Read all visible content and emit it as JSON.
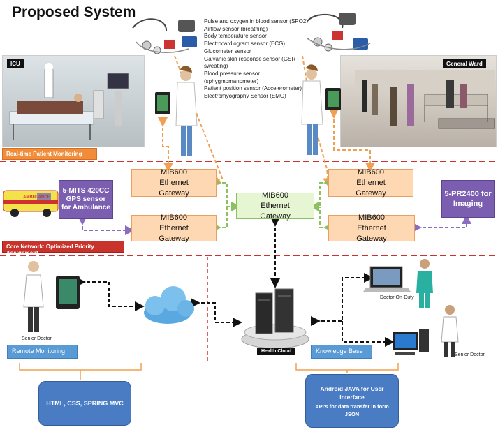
{
  "title": "Proposed System",
  "sensors": [
    "Pulse and oxygen in blood sensor (SPO2)",
    "Airflow sensor (breathing)",
    "Body temperature sensor",
    "Electrocardiogram sensor (ECG)",
    "Glucometer sensor",
    "Galvanic skin response sensor (GSR - sweating)",
    "Blood pressure sensor (sphygmomanometer)",
    "Patient position sensor (Accelerometer)",
    "Electromyography Sensor (EMG)"
  ],
  "icu_label": "ICU",
  "ward_label": "General Ward",
  "realtime_label": "Real-time Patient Monitoring",
  "core_label": "Core Network: Optimized Priority  Assignment",
  "gateways": {
    "top_left": "MIB600 Ethernet Gateway",
    "bottom_left": "MIB600 Ethernet Gateway",
    "center": "MIB600 Ethernet Gateway",
    "top_right": "MIB600 Ethernet Gateway",
    "bottom_right": "MIB600 Ethernet Gateway"
  },
  "ambulance_box": "5-MITS 420CC GPS sensor for Ambulance",
  "imaging_box": "5-PR2400 for Imaging",
  "ambulance_sign": "AMBULANCE",
  "senior_doctor_left": "Senior Doctor",
  "doctor_on_duty": "Doctor On-Duty",
  "senior_doctor_right": "Senior Doctor",
  "health_cloud": "Health Cloud",
  "remote_monitoring": "Remote Monitoring",
  "knowledge_base": "Knowledge Base",
  "tech_left": "HTML, CSS, SPRING MVC",
  "tech_right_title": "Android JAVA for User Interface",
  "tech_right_sub": "API's for data transfer in form JSON",
  "colors": {
    "red_dash": "#d03030",
    "orange_arrow": "#f0a050",
    "green_arrow": "#8cc060",
    "purple_arrow": "#8a6cc0",
    "gateway_fill": "#fdd8b2",
    "center_fill": "#e6f5d2",
    "purple_fill": "#7b5eb0",
    "blue_fill": "#4a7cc4"
  }
}
